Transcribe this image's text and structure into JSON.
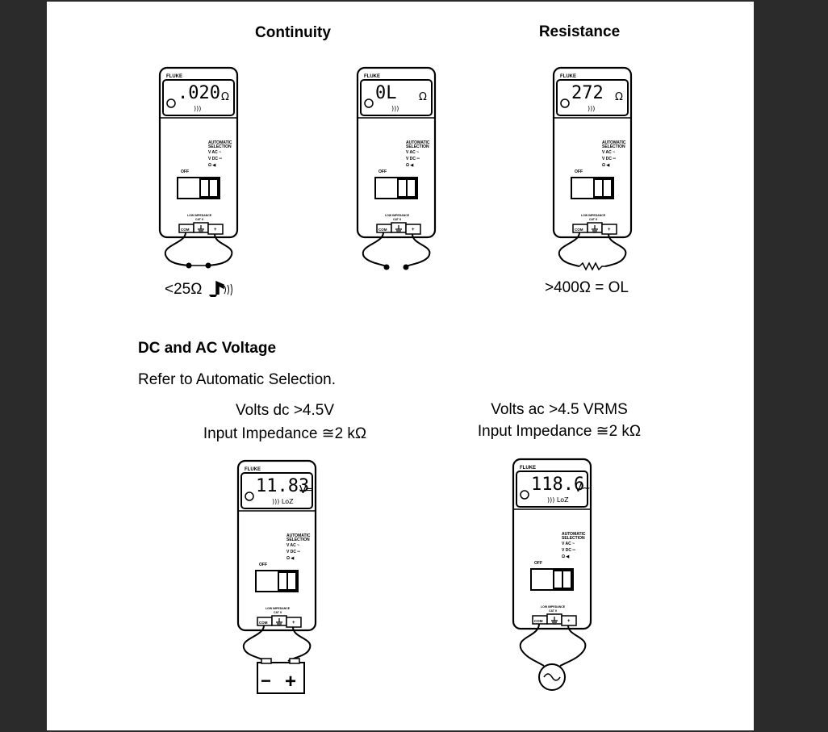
{
  "continuity": {
    "title": "Continuity",
    "caption": "<25Ω"
  },
  "resistance": {
    "title": "Resistance",
    "caption": ">400Ω = OL"
  },
  "voltage": {
    "heading": "DC and AC Voltage",
    "note": "Refer to Automatic Selection.",
    "dc_line1": "Volts dc >4.5V",
    "dc_line2": "Input Impedance ≅2 kΩ",
    "ac_line1": "Volts ac >4.5 VRMS",
    "ac_line2": "Input Impedance ≅2 kΩ"
  },
  "meter_labels": {
    "brand": "FLUKE",
    "auto1": "AUTOMATIC",
    "auto2": "SELECTION",
    "vac": "V AC ~",
    "vdc": "V DC ═",
    "ohm": "Ω ◀",
    "off": "OFF",
    "low_imp": "LOW IMPEDANCE",
    "cat": "CAT II",
    "com": "COM",
    "plus": "+"
  },
  "meters": [
    {
      "reading": ".020",
      "unit": "Ω",
      "sub": ")))"
    },
    {
      "reading": "0L",
      "unit": "Ω",
      "sub": ")))"
    },
    {
      "reading": "272",
      "unit": "Ω",
      "sub": ")))"
    },
    {
      "reading": "11.83",
      "unit": "V═",
      "sub": "))) LoZ"
    },
    {
      "reading": "118.6",
      "unit": "V~",
      "sub": "))) LoZ"
    }
  ],
  "battery": {
    "minus": "−",
    "plus": "+"
  }
}
